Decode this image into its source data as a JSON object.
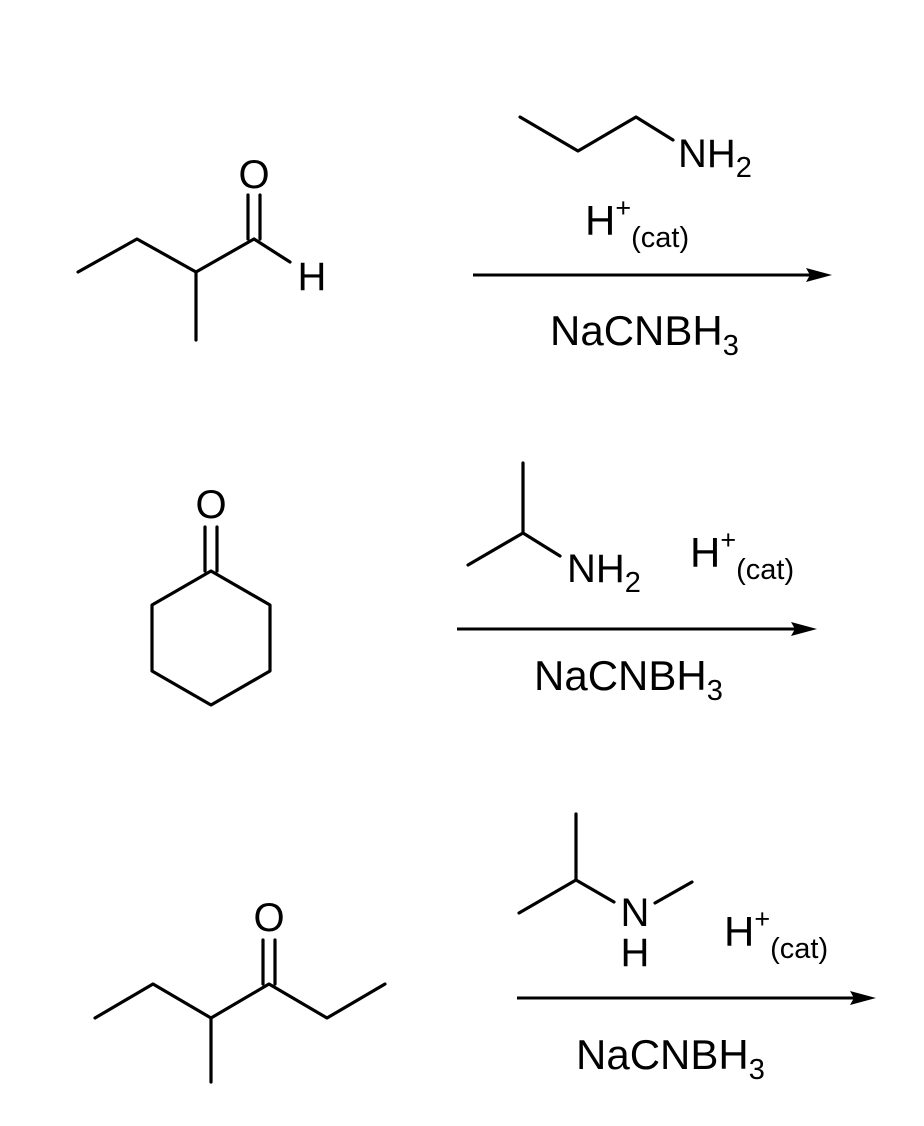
{
  "reactions": [
    {
      "substrate": {
        "atoms": {
          "o": "O",
          "h": "H"
        }
      },
      "amine": {
        "atoms": {
          "n": "N",
          "h": "H",
          "sub": "2"
        }
      },
      "acid": {
        "text": "H",
        "sup": "+",
        "sub": "(cat)"
      },
      "reductant": {
        "text": "NaCNBH",
        "sub": "3"
      }
    },
    {
      "substrate": {
        "atoms": {
          "o": "O"
        }
      },
      "amine": {
        "atoms": {
          "n": "N",
          "h": "H",
          "sub": "2"
        }
      },
      "acid": {
        "text": "H",
        "sup": "+",
        "sub": "(cat)"
      },
      "reductant": {
        "text": "NaCNBH",
        "sub": "3"
      }
    },
    {
      "substrate": {
        "atoms": {
          "o": "O"
        }
      },
      "amine": {
        "atoms": {
          "n": "N",
          "h": "H"
        }
      },
      "acid": {
        "text": "H",
        "sup": "+",
        "sub": "(cat)"
      },
      "reductant": {
        "text": "NaCNBH",
        "sub": "3"
      }
    }
  ]
}
